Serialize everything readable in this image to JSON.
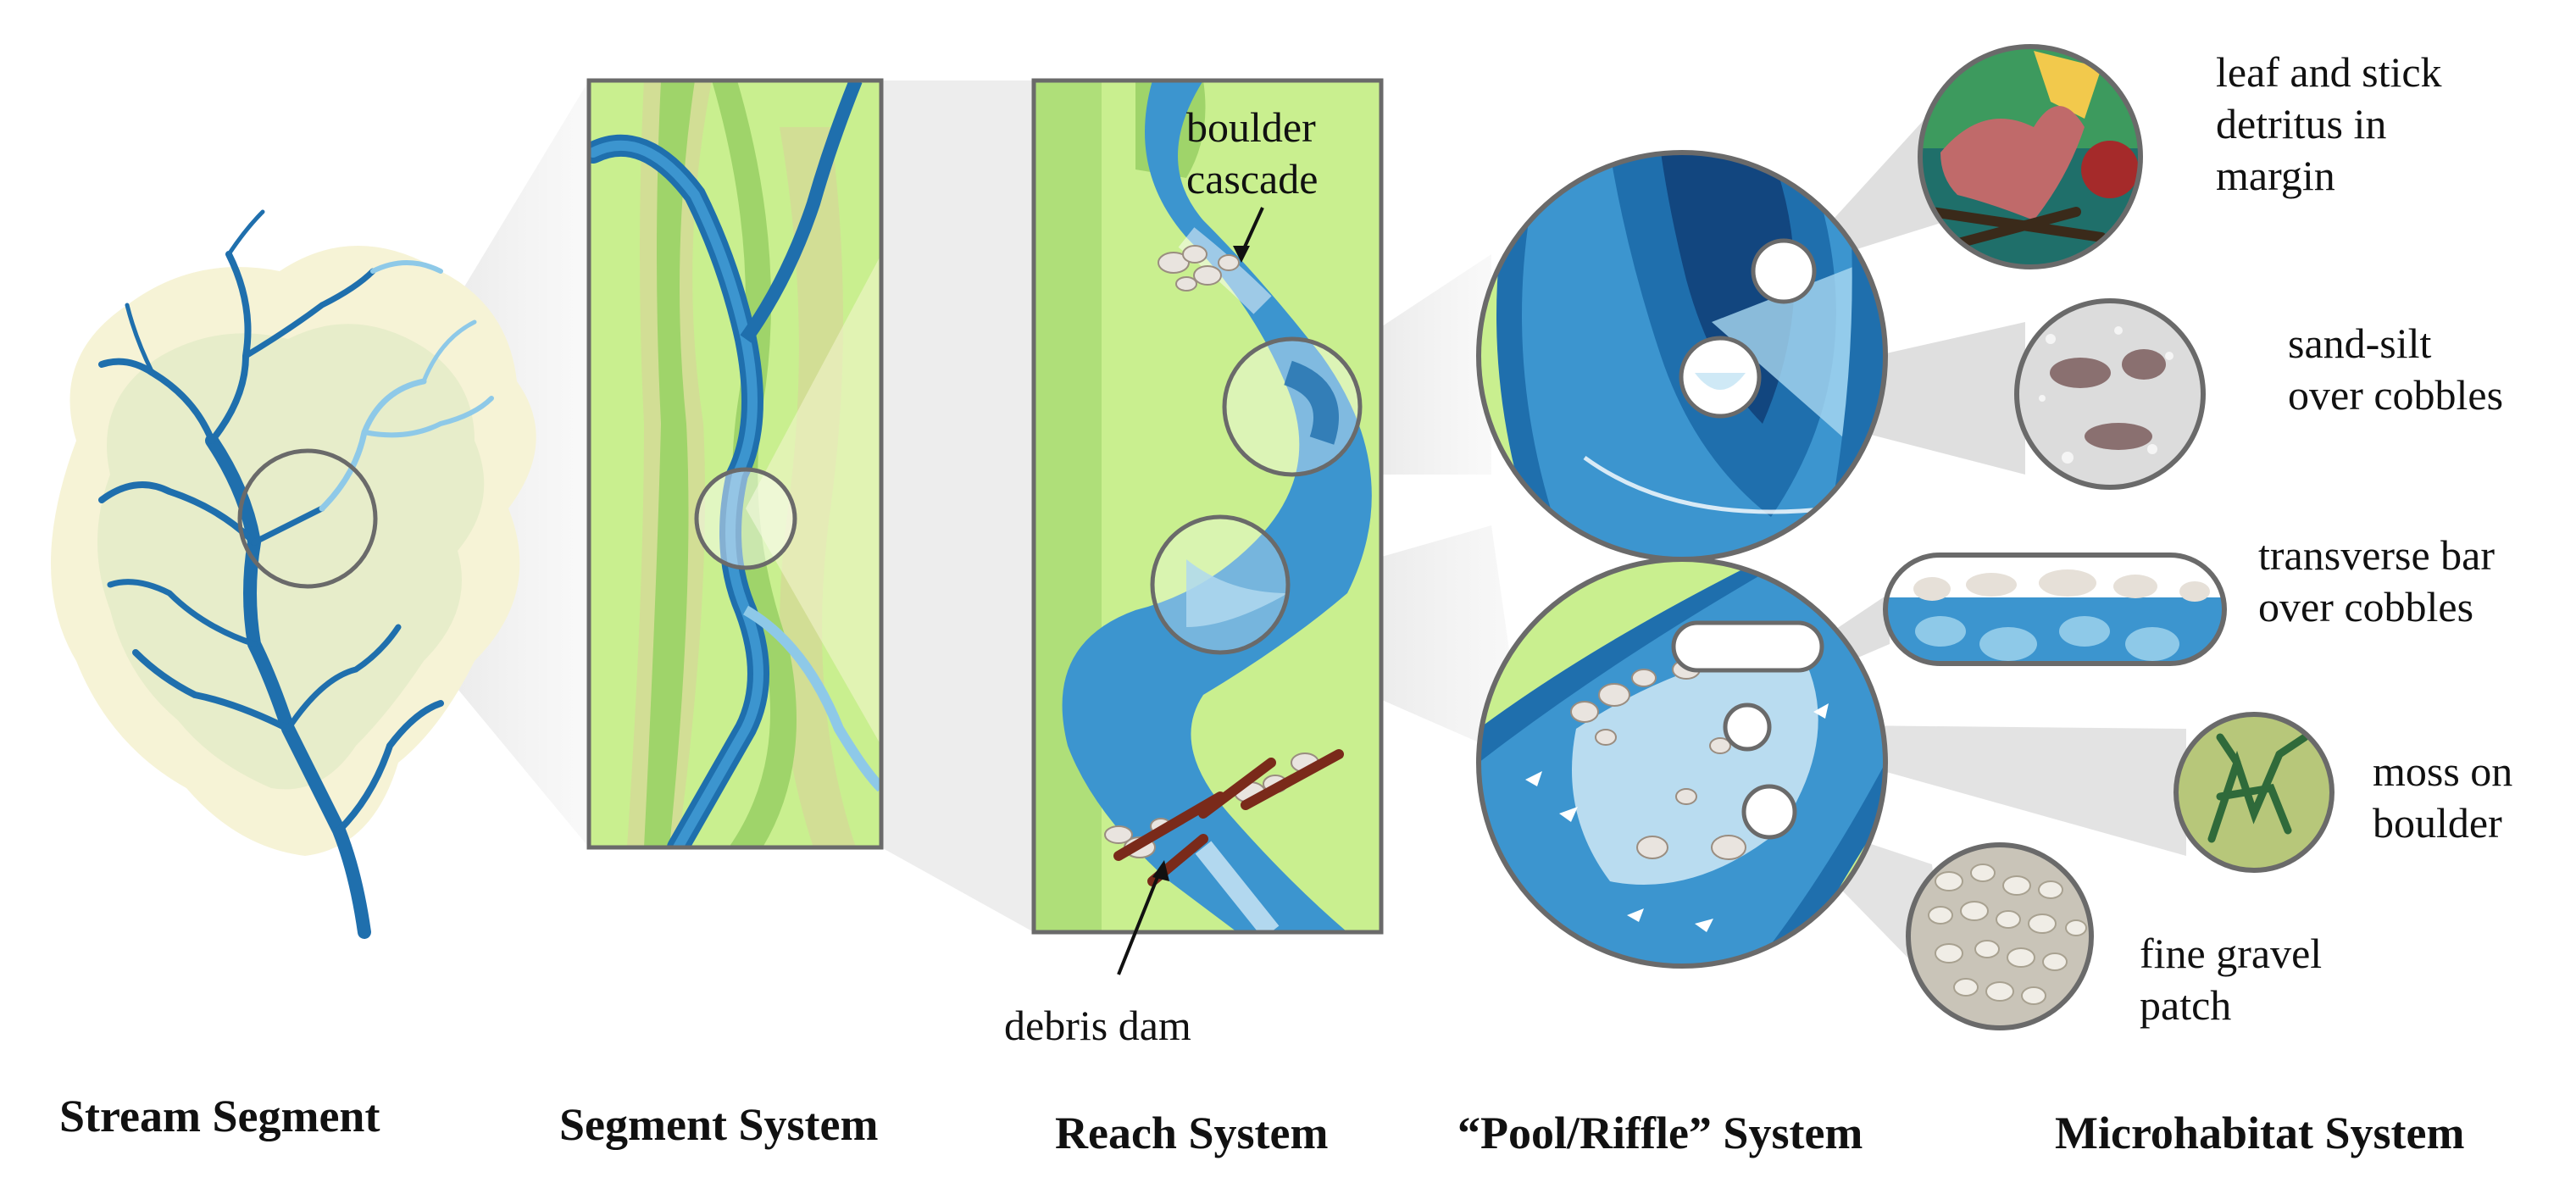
{
  "annotations": {
    "boulder_cascade": [
      "boulder",
      "cascade"
    ],
    "debris_dam": [
      "debris dam"
    ],
    "leaf_stick": [
      "leaf and stick",
      "detritus in",
      "margin"
    ],
    "sand_silt": [
      "sand-silt",
      "over cobbles"
    ],
    "transverse_bar": [
      "transverse bar",
      "over cobbles"
    ],
    "moss": [
      "moss on",
      "boulder"
    ],
    "fine_gravel": [
      "fine gravel",
      "patch"
    ]
  },
  "titles": {
    "stream_segment": "Stream Segment",
    "segment_system": "Segment System",
    "reach_system": "Reach System",
    "pool_riffle": "“Pool/Riffle” System",
    "microhabitat": "Microhabitat System"
  },
  "colors": {
    "water_dark": "#1f6fad",
    "water_mid": "#3c95cf",
    "water_light": "#8ec9e8",
    "land_light": "#c9ef8f",
    "land_mid": "#9fd46a",
    "land_tan": "#d8cf9a",
    "outline": "#6a6a6a"
  }
}
